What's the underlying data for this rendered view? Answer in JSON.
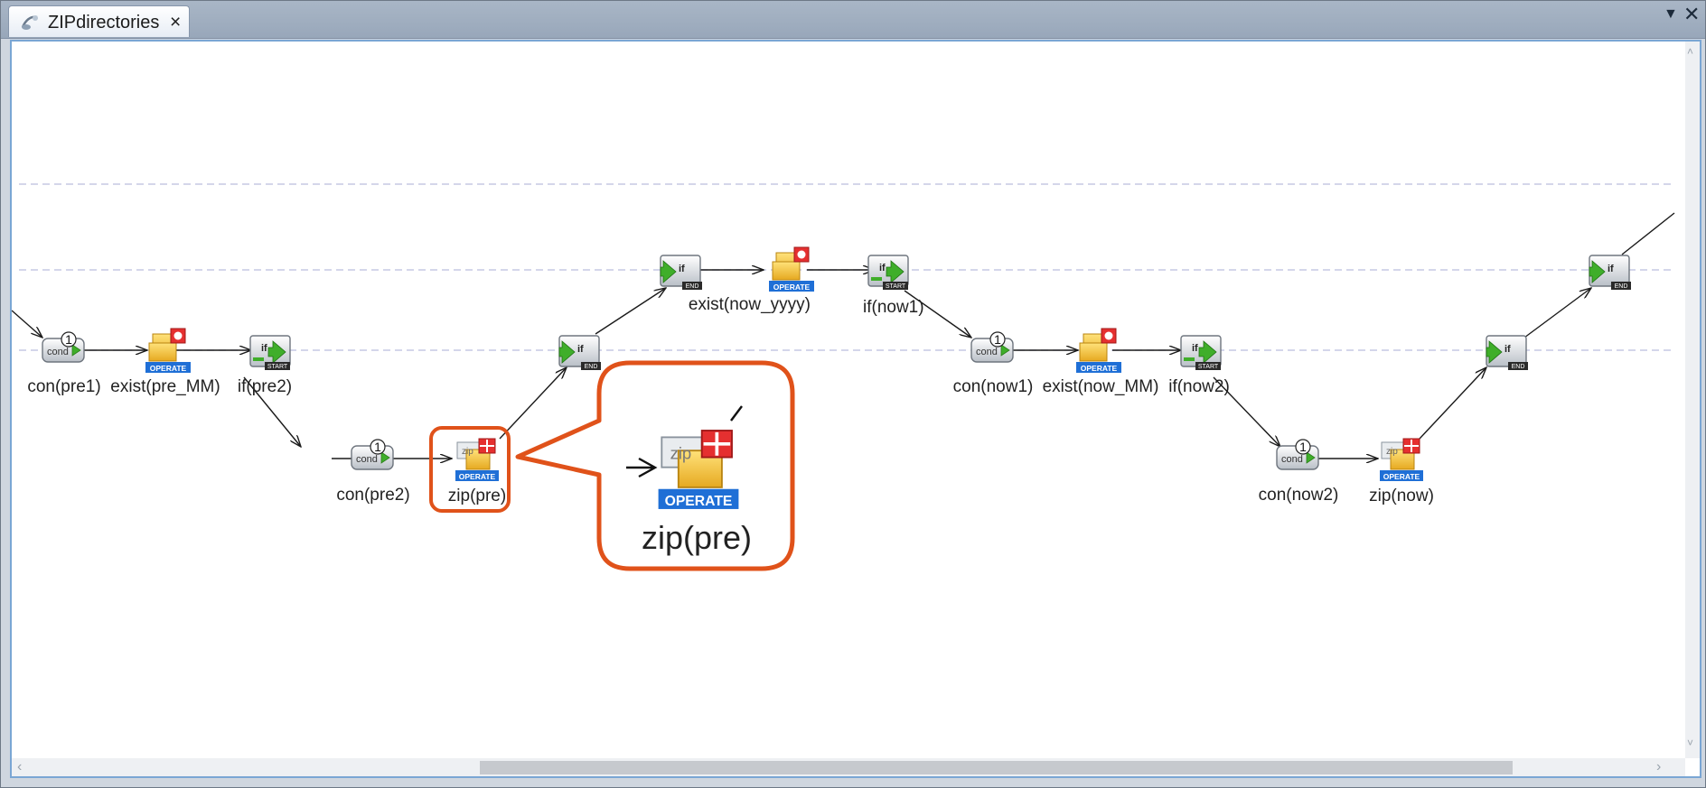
{
  "window": {
    "tab_title": "ZIPdirectories",
    "tab_close_glyph": "×",
    "menu_glyph": "▼",
    "close_glyph": "✕",
    "scroll_left_glyph": "‹",
    "scroll_right_glyph": "›",
    "scroll_up_glyph": "˄",
    "scroll_down_glyph": "˅"
  },
  "flow": {
    "badge_number": "1",
    "operate_label": "OPERATE",
    "if_label": "if",
    "start_label": "START",
    "end_label": "END",
    "cond_label": "cond",
    "zip_label": "zip",
    "nodes": [
      {
        "id": "con-pre1",
        "label": "con(pre1)",
        "kind": "cond"
      },
      {
        "id": "exist-pre-mm",
        "label": "exist(pre_MM)",
        "kind": "exist"
      },
      {
        "id": "if-pre2",
        "label": "if(pre2)",
        "kind": "if-start"
      },
      {
        "id": "con-pre2",
        "label": "con(pre2)",
        "kind": "cond"
      },
      {
        "id": "zip-pre",
        "label": "zip(pre)",
        "kind": "zip"
      },
      {
        "id": "if-end-1",
        "label": "",
        "kind": "if-end"
      },
      {
        "id": "if-end-2",
        "label": "",
        "kind": "if-end"
      },
      {
        "id": "exist-now-yyyy",
        "label": "exist(now_yyyy)",
        "kind": "exist"
      },
      {
        "id": "if-now1",
        "label": "if(now1)",
        "kind": "if-start"
      },
      {
        "id": "con-now1",
        "label": "con(now1)",
        "kind": "cond"
      },
      {
        "id": "exist-now-mm",
        "label": "exist(now_MM)",
        "kind": "exist"
      },
      {
        "id": "if-now2",
        "label": "if(now2)",
        "kind": "if-start"
      },
      {
        "id": "con-now2",
        "label": "con(now2)",
        "kind": "cond"
      },
      {
        "id": "zip-now",
        "label": "zip(now)",
        "kind": "zip"
      },
      {
        "id": "if-end-3",
        "label": "",
        "kind": "if-end"
      },
      {
        "id": "if-end-4",
        "label": "",
        "kind": "if-end"
      }
    ],
    "callout": {
      "label": "zip(pre)",
      "color": "#e0521a"
    }
  },
  "colors": {
    "edge": "#1a1a1a",
    "guide": "#c5c9e3",
    "operate_bg": "#1f6fd6",
    "folder": "#f2c94c",
    "green_arrow": "#3fae2a",
    "red_badge": "#e53030"
  }
}
